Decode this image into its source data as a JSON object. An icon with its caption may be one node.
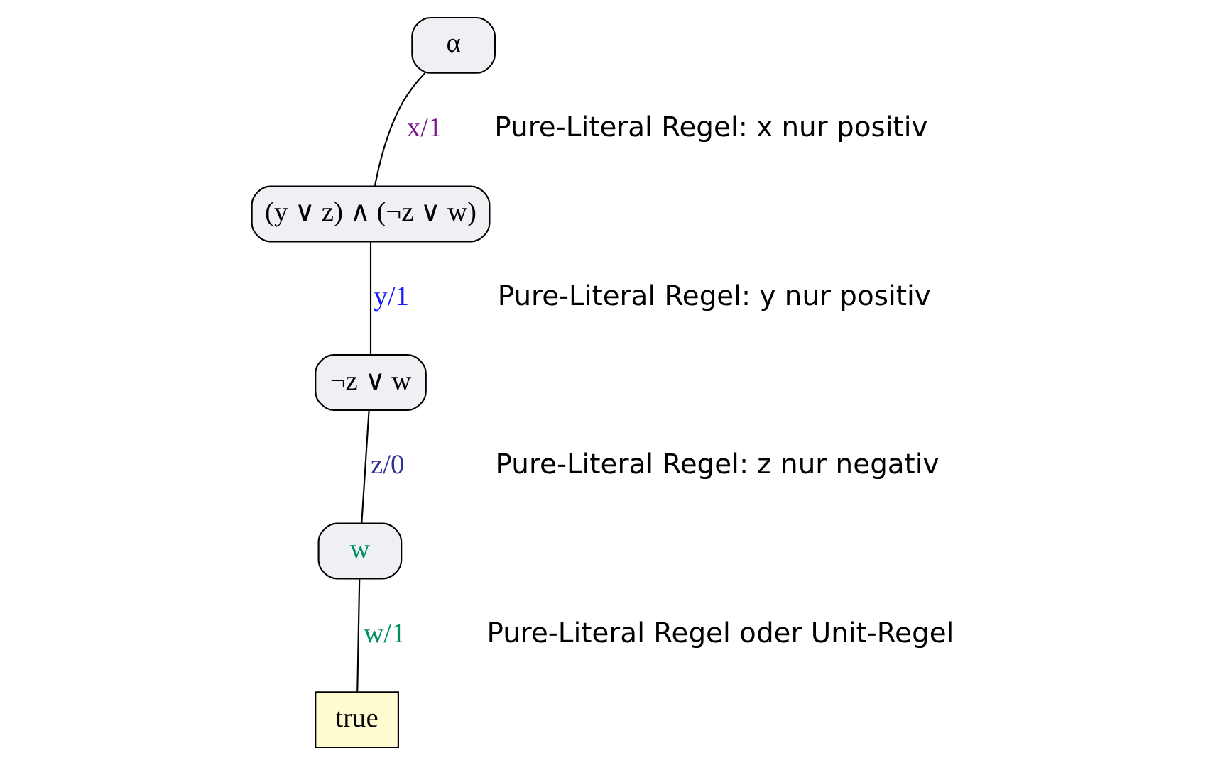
{
  "diagram": {
    "nodes": [
      {
        "text": [
          "α"
        ]
      },
      {
        "text": [
          "(y ∨ z) ∧ (¬z ∨ w)"
        ]
      },
      {
        "text": [
          "¬z ∨ w"
        ]
      },
      {
        "text": [
          "w"
        ]
      },
      {
        "text": [
          "true"
        ]
      }
    ],
    "edges": [
      {
        "from": 0,
        "to": 1,
        "arrow": "none",
        "label": "x/1"
      },
      {
        "from": 1,
        "to": 2,
        "arrow": "none",
        "label": "y/1"
      },
      {
        "from": 2,
        "to": 3,
        "arrow": "none",
        "label": "z/0"
      },
      {
        "from": 3,
        "to": 4,
        "arrow": "none",
        "label": "w/1"
      }
    ],
    "labels": [
      "Pure-Literal Regel: x nur positiv",
      "Pure-Literal Regel: y nur positiv",
      "Pure-Literal Regel: z nur negativ",
      "Pure-Literal Regel oder Unit-Regel"
    ]
  }
}
